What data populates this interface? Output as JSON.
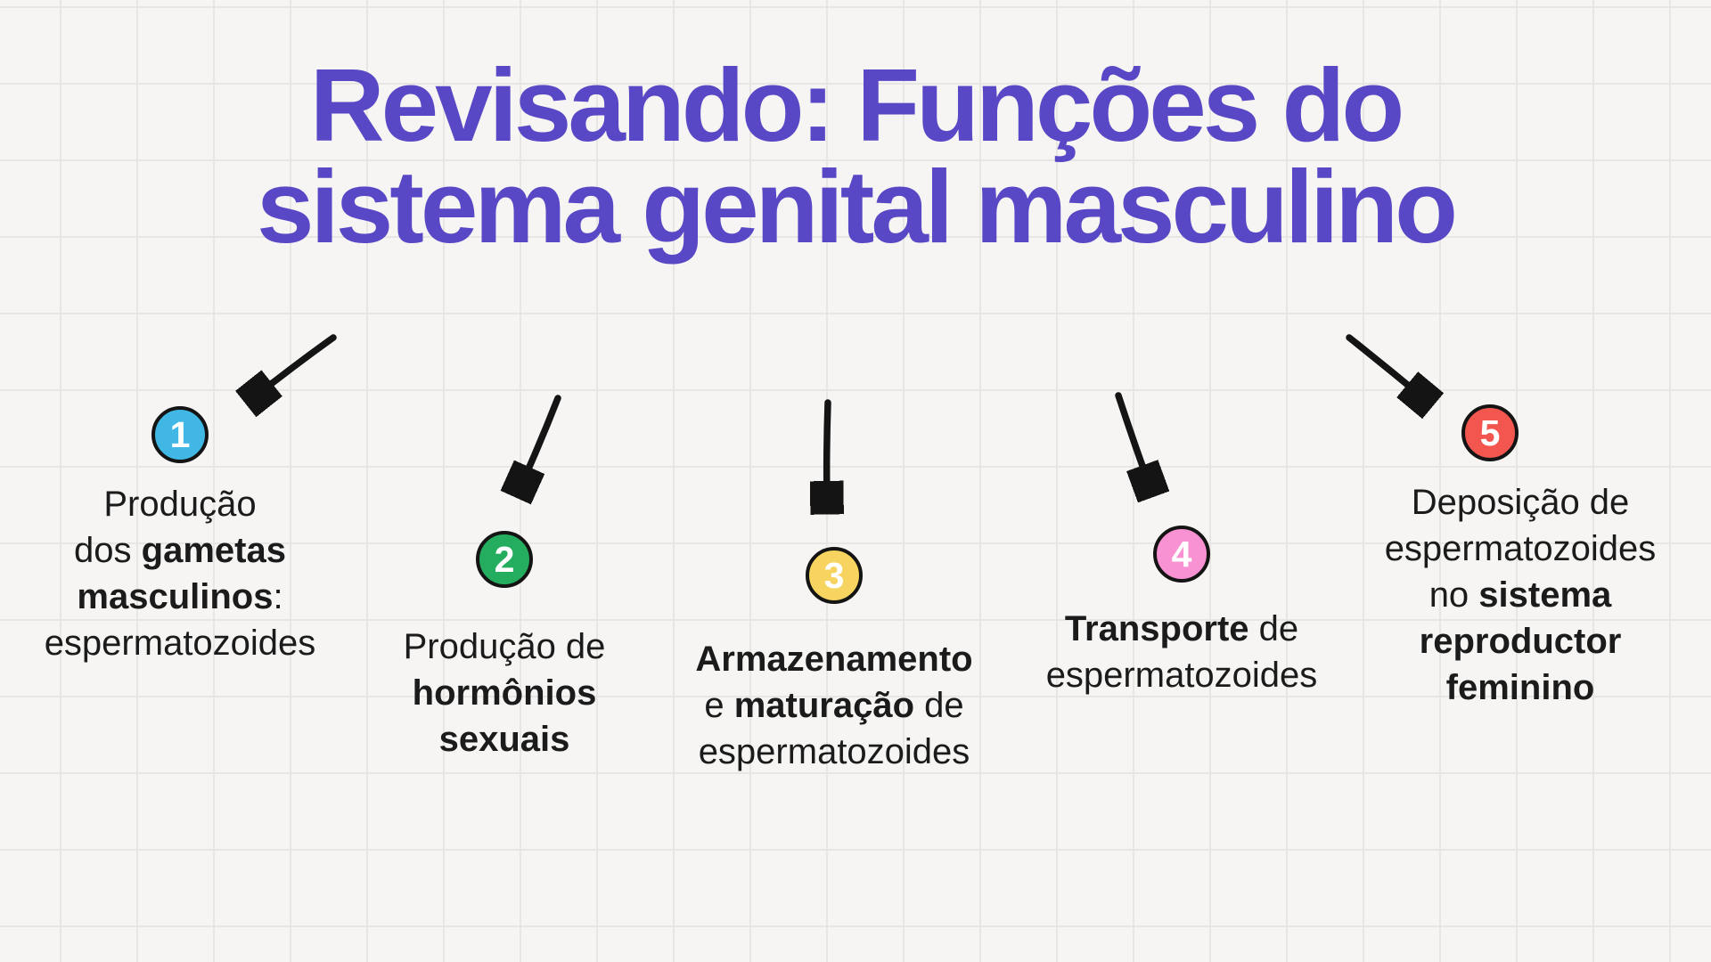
{
  "page": {
    "title_line1": "Revisando: Funções do",
    "title_line2": "sistema genital masculino",
    "title_color": "#5948c6",
    "background_color": "#f6f5f3",
    "grid_line_color": "#e7e6e3",
    "text_color": "#1b1b1b",
    "arrow_color": "#141414"
  },
  "items": [
    {
      "number": "1",
      "circle_color": "#41b7e5",
      "text_plain": "Produção dos gametas masculinos: espermatozoides",
      "text_parts": [
        {
          "text": "Produção\ndos ",
          "bold": false
        },
        {
          "text": "gametas\nmasculinos",
          "bold": true
        },
        {
          "text": ":\nespermatozoides",
          "bold": false
        }
      ]
    },
    {
      "number": "2",
      "circle_color": "#25ad5f",
      "text_plain": "Produção de hormônios sexuais",
      "text_parts": [
        {
          "text": "Produção de\n",
          "bold": false
        },
        {
          "text": "hormônios\nsexuais",
          "bold": true
        }
      ]
    },
    {
      "number": "3",
      "circle_color": "#f6d45f",
      "text_plain": "Armazenamento e maturação de espermatozoides",
      "text_parts": [
        {
          "text": "Armazenamento",
          "bold": true
        },
        {
          "text": "\ne ",
          "bold": false
        },
        {
          "text": "maturação",
          "bold": true
        },
        {
          "text": " de\nespermatozoides",
          "bold": false
        }
      ]
    },
    {
      "number": "4",
      "circle_color": "#f892d2",
      "text_plain": "Transporte de espermatozoides",
      "text_parts": [
        {
          "text": "Transporte",
          "bold": true
        },
        {
          "text": " de\nespermatozoides",
          "bold": false
        }
      ]
    },
    {
      "number": "5",
      "circle_color": "#f2564e",
      "text_plain": "Deposição de espermatozoides no sistema reproductor feminino",
      "text_parts": [
        {
          "text": "Deposição de\nespermatozoides\nno ",
          "bold": false
        },
        {
          "text": "sistema\nreproductor\nfeminino",
          "bold": true
        }
      ]
    }
  ]
}
